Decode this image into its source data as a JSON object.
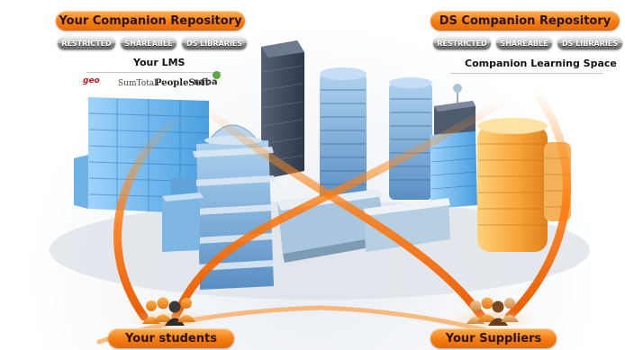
{
  "left_repository": {
    "title": "Your Companion Repository",
    "buttons": [
      "RESTRICTED",
      "SHAREABLE",
      "DS LIBRARIES"
    ],
    "subtitle": "Your LMS",
    "logos": [
      "geo",
      "SumTotal",
      "PeopleSoft",
      "saba"
    ]
  },
  "right_repository": {
    "title": "DS Companion Repository",
    "buttons": [
      "RESTRICTED",
      "SHAREABLE",
      "DS LIBRARIES"
    ],
    "subtitle": "Companion Learning Space"
  },
  "bottom_labels": {
    "students": "Your students",
    "suppliers": "Your Suppliers"
  },
  "colors": {
    "accent_orange": "#f57d12",
    "glass_blue": "#4a9fe0",
    "building_orange": "#f7a336"
  }
}
